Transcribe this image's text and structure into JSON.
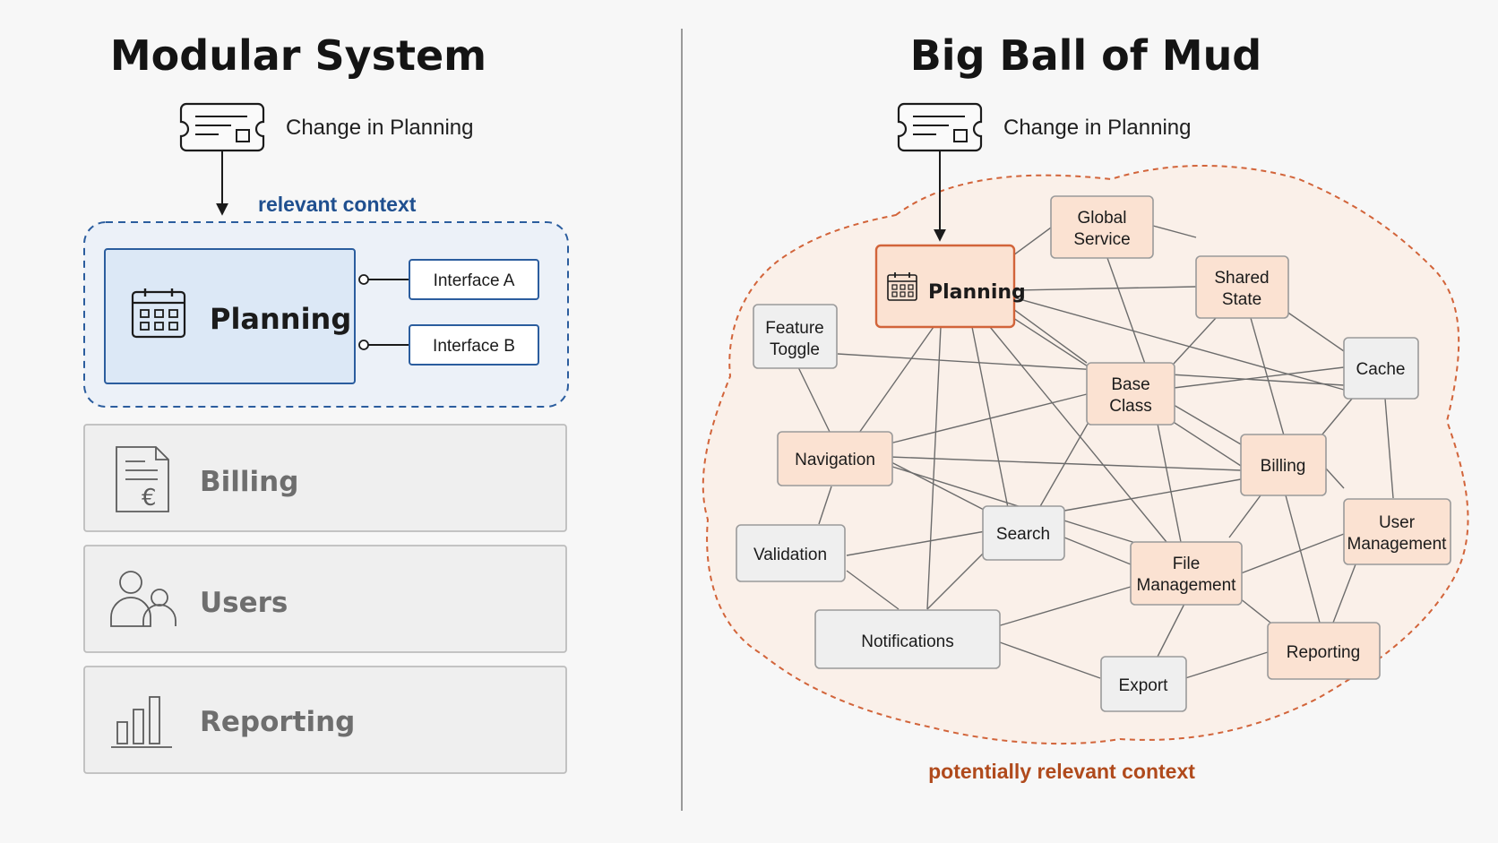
{
  "left": {
    "title": "Modular System",
    "trigger_label": "Change in Planning",
    "context_label": "relevant context",
    "focus_module": "Planning",
    "interfaces": [
      "Interface A",
      "Interface B"
    ],
    "other_modules": [
      {
        "label": "Billing",
        "icon": "invoice-euro-icon"
      },
      {
        "label": "Users",
        "icon": "users-icon"
      },
      {
        "label": "Reporting",
        "icon": "bar-chart-icon"
      }
    ]
  },
  "right": {
    "title": "Big Ball of Mud",
    "trigger_label": "Change in Planning",
    "context_label": "potentially relevant context",
    "nodes": {
      "global_service": "Global\nService",
      "planning": "Planning",
      "shared_state": "Shared\nState",
      "feature_toggle": "Feature\nToggle",
      "cache": "Cache",
      "base_class": "Base\nClass",
      "navigation": "Navigation",
      "billing": "Billing",
      "search": "Search",
      "user_management": "User\nManagement",
      "validation": "Validation",
      "file_management": "File\nManagement",
      "notifications": "Notifications",
      "reporting": "Reporting",
      "export": "Export"
    }
  },
  "colors": {
    "modular_accent": "#2b5d9e",
    "modular_fill": "#dce8f6",
    "mud_accent": "#d2643a",
    "mud_fill": "#fbe2d2",
    "neutral_fill": "#efefef"
  }
}
